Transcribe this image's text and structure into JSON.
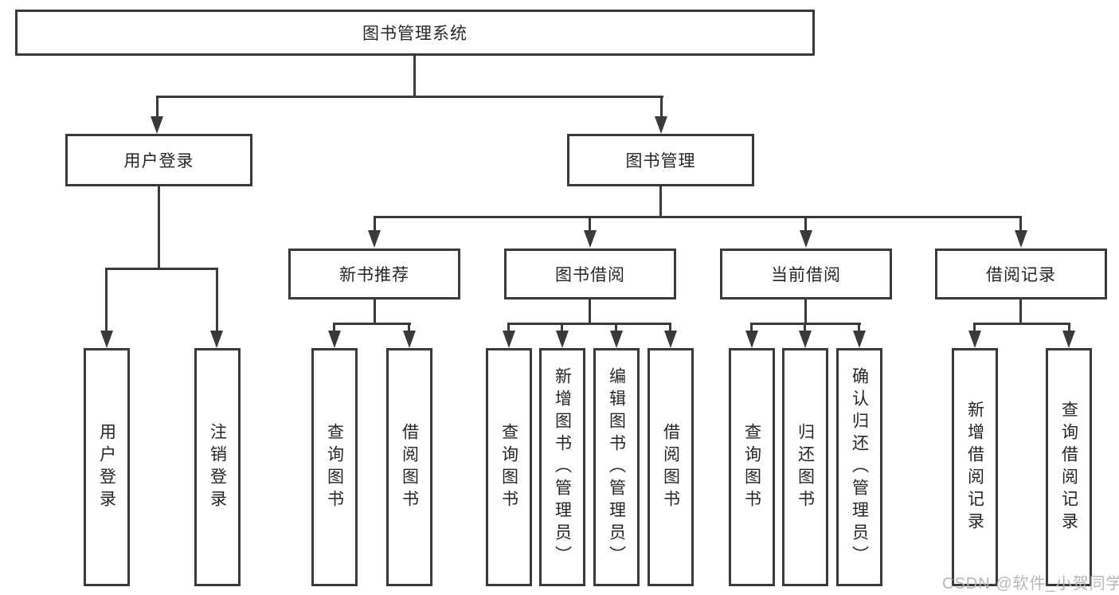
{
  "diagram_type": "functional-structure-tree",
  "tree": {
    "label": "图书管理系统",
    "children": [
      {
        "label": "用户登录",
        "children": [
          {
            "label": "用户登录"
          },
          {
            "label": "注销登录"
          }
        ]
      },
      {
        "label": "图书管理",
        "children": [
          {
            "label": "新书推荐",
            "children": [
              {
                "label": "查询图书"
              },
              {
                "label": "借阅图书"
              }
            ]
          },
          {
            "label": "图书借阅",
            "children": [
              {
                "label": "查询图书"
              },
              {
                "label": "新增图书（管理员）"
              },
              {
                "label": "编辑图书（管理员）"
              },
              {
                "label": "借阅图书"
              }
            ]
          },
          {
            "label": "当前借阅",
            "children": [
              {
                "label": "查询图书"
              },
              {
                "label": "归还图书"
              },
              {
                "label": "确认归还（管理员）"
              }
            ]
          },
          {
            "label": "借阅记录",
            "children": [
              {
                "label": "新增借阅记录"
              },
              {
                "label": "查询借阅记录"
              }
            ]
          }
        ]
      }
    ]
  },
  "watermark": {
    "text": "CSDN @软件_小贺同学"
  },
  "colors": {
    "line": "#3a3a3a",
    "box_border": "#3a3a3a",
    "text": "#262626",
    "watermark": "#b2b2b2",
    "background": "#ffffff"
  }
}
